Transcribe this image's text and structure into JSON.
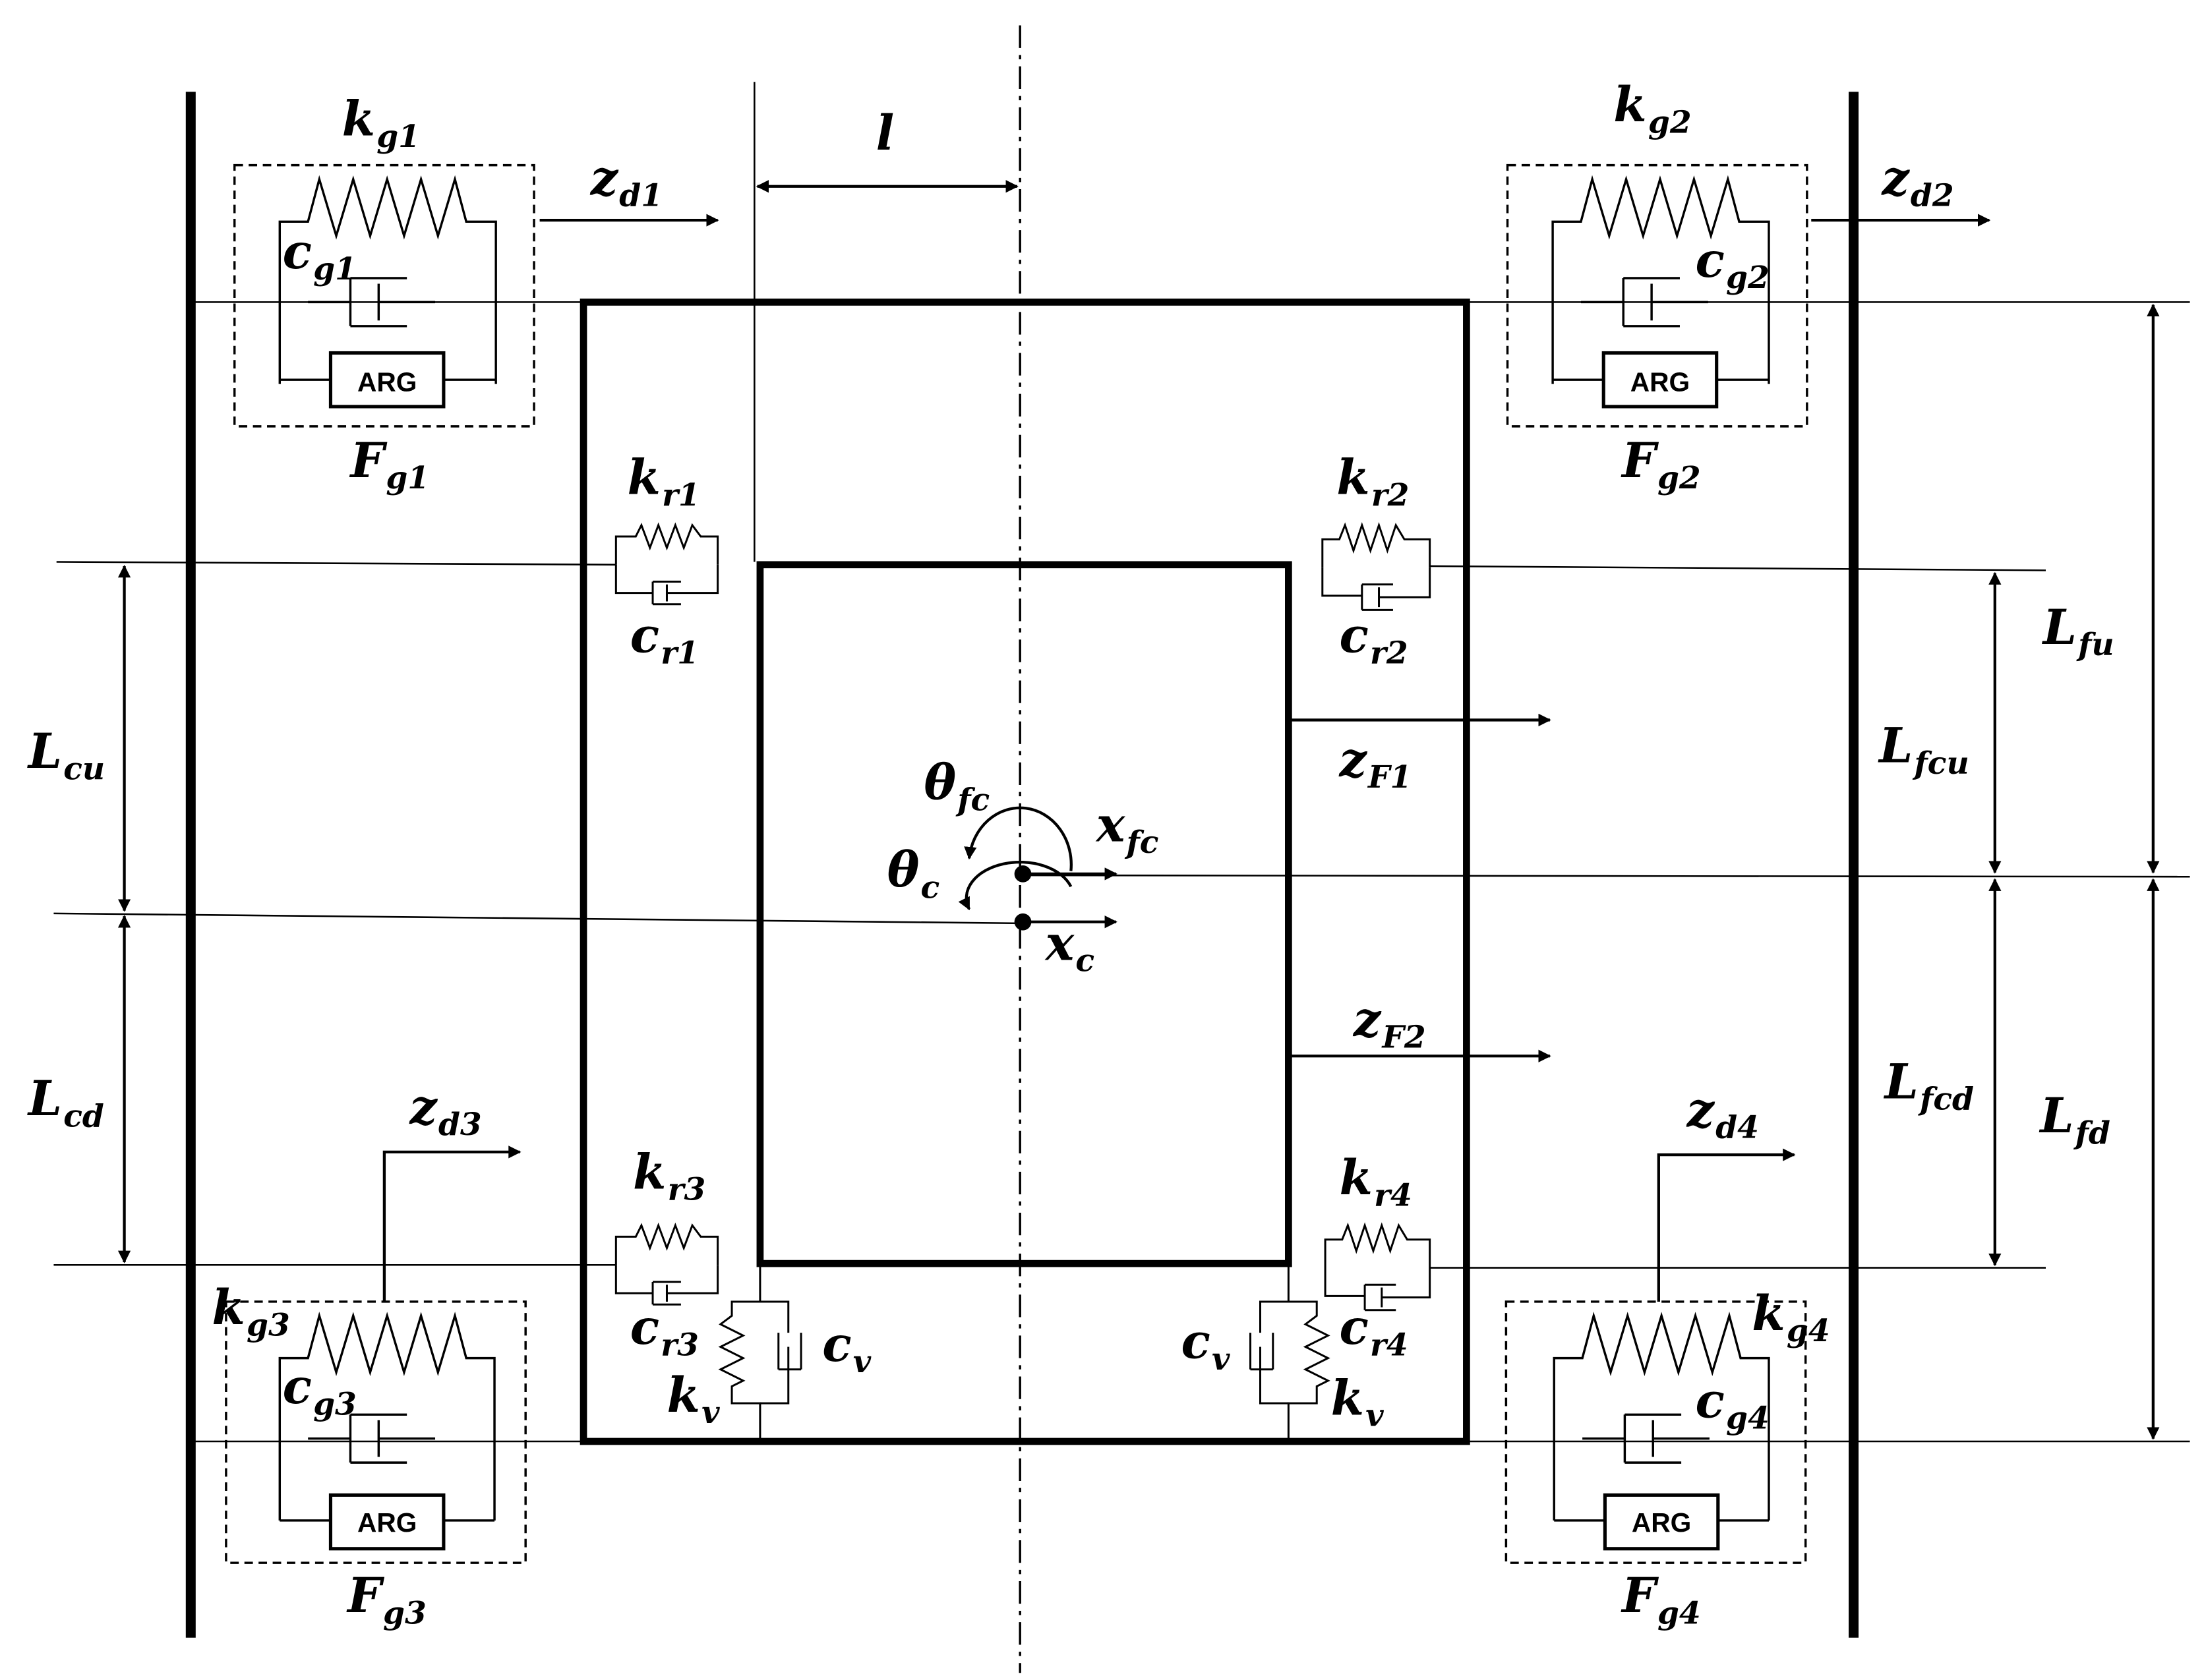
{
  "colors": {
    "stroke": "#000000",
    "background": "#ffffff"
  },
  "diagram": {
    "dimension_l": "l",
    "boxes": {
      "g1": {
        "k": "k",
        "k_sub": "g1",
        "c": "c",
        "c_sub": "g1",
        "arg": "ARG",
        "F": "F",
        "F_sub": "g1"
      },
      "g2": {
        "k": "k",
        "k_sub": "g2",
        "c": "c",
        "c_sub": "g2",
        "arg": "ARG",
        "F": "F",
        "F_sub": "g2"
      },
      "g3": {
        "k": "k",
        "k_sub": "g3",
        "c": "c",
        "c_sub": "g3",
        "arg": "ARG",
        "F": "F",
        "F_sub": "g3"
      },
      "g4": {
        "k": "k",
        "k_sub": "g4",
        "c": "c",
        "c_sub": "g4",
        "arg": "ARG",
        "F": "F",
        "F_sub": "g4"
      }
    },
    "z_labels": {
      "zd1": {
        "main": "z",
        "sub": "d1"
      },
      "zd2": {
        "main": "z",
        "sub": "d2"
      },
      "zd3": {
        "main": "z",
        "sub": "d3"
      },
      "zd4": {
        "main": "z",
        "sub": "d4"
      },
      "zF1": {
        "main": "z",
        "sub": "F1"
      },
      "zF2": {
        "main": "z",
        "sub": "F2"
      }
    },
    "rails": {
      "r1": {
        "k": "k",
        "k_sub": "r1",
        "c": "c",
        "c_sub": "r1"
      },
      "r2": {
        "k": "k",
        "k_sub": "r2",
        "c": "c",
        "c_sub": "r2"
      },
      "r3": {
        "k": "k",
        "k_sub": "r3",
        "c": "c",
        "c_sub": "r3"
      },
      "r4": {
        "k": "k",
        "k_sub": "r4",
        "c": "c",
        "c_sub": "r4"
      }
    },
    "vertical_support": {
      "c": "c",
      "c_sub": "v",
      "k": "k",
      "k_sub": "v"
    },
    "dofs": {
      "theta_fc": {
        "main": "θ",
        "sub": "fc"
      },
      "theta_c": {
        "main": "θ",
        "sub": "c"
      },
      "x_fc": {
        "main": "x",
        "sub": "fc"
      },
      "x_c": {
        "main": "x",
        "sub": "c"
      }
    },
    "dimensions": {
      "Lcu": {
        "main": "L",
        "sub": "cu"
      },
      "Lcd": {
        "main": "L",
        "sub": "cd"
      },
      "Lfu": {
        "main": "L",
        "sub": "fu"
      },
      "Lfcu": {
        "main": "L",
        "sub": "fcu"
      },
      "Lfcd": {
        "main": "L",
        "sub": "fcd"
      },
      "Lfd": {
        "main": "L",
        "sub": "fd"
      }
    }
  }
}
